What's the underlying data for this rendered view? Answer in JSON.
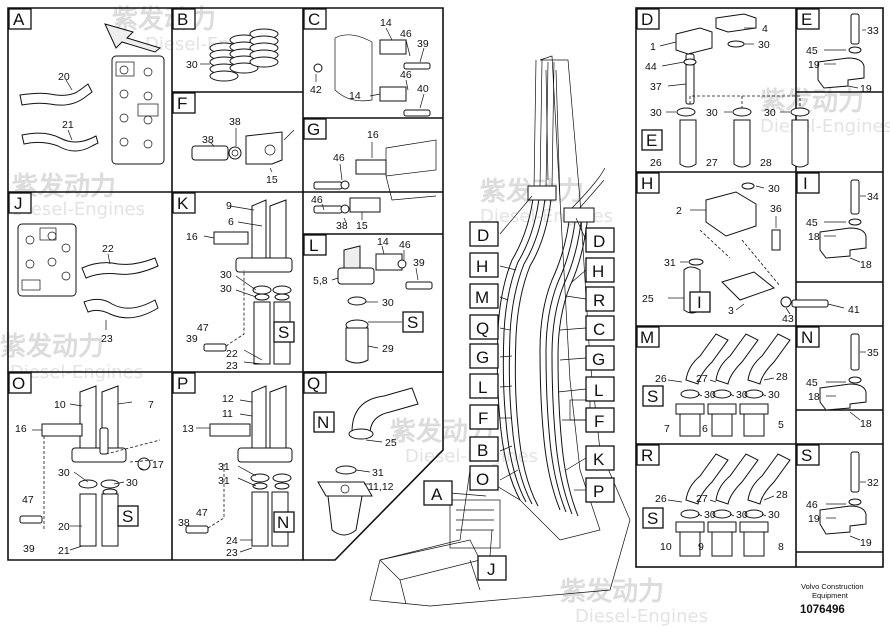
{
  "watermark": {
    "cn": "紫发动力",
    "en": "Diesel-Engines"
  },
  "footer": {
    "brand_line1": "Volvo Construction",
    "brand_line2": "Equipment",
    "doc_number": "1076496"
  },
  "panels": {
    "A": {
      "title": "A",
      "labels": [
        "20",
        "21"
      ]
    },
    "B": {
      "title": "B",
      "labels": [
        "30"
      ]
    },
    "C": {
      "title": "C",
      "labels": [
        "14",
        "46",
        "39",
        "42",
        "46",
        "14",
        "40"
      ]
    },
    "F": {
      "title": "F",
      "labels": [
        "38",
        "38",
        "15"
      ]
    },
    "G": {
      "title": "G",
      "labels": [
        "16",
        "46",
        "46",
        "38",
        "15"
      ]
    },
    "J": {
      "title": "J",
      "labels": [
        "22",
        "23"
      ]
    },
    "K": {
      "title": "K",
      "labels": [
        "9",
        "6",
        "16",
        "30",
        "30",
        "47",
        "39",
        "22",
        "23"
      ],
      "callout": "S"
    },
    "L": {
      "title": "L",
      "labels": [
        "14",
        "46",
        "39",
        "5,8",
        "30",
        "29"
      ],
      "callout": "S"
    },
    "O": {
      "title": "O",
      "labels": [
        "10",
        "7",
        "16",
        "17",
        "30",
        "30",
        "47",
        "20",
        "39",
        "21"
      ],
      "callout": "S"
    },
    "P": {
      "title": "P",
      "labels": [
        "12",
        "11",
        "13",
        "31",
        "31",
        "47",
        "38",
        "24",
        "23"
      ],
      "callout": "N"
    },
    "Q": {
      "title": "Q",
      "labels": [
        "25",
        "31",
        "11,12"
      ],
      "callout": "N"
    },
    "D": {
      "title": "D",
      "labels": [
        "4",
        "30",
        "1",
        "44",
        "37",
        "30",
        "30",
        "30",
        "26",
        "27",
        "28"
      ],
      "callout": "E"
    },
    "E": {
      "title": "E",
      "labels": [
        "33",
        "45",
        "19",
        "19"
      ]
    },
    "H": {
      "title": "H",
      "labels": [
        "30",
        "2",
        "36",
        "31",
        "25",
        "3",
        "43",
        "41"
      ],
      "callout": "I"
    },
    "I": {
      "title": "I",
      "labels": [
        "34",
        "45",
        "18",
        "18"
      ]
    },
    "M": {
      "title": "M",
      "labels": [
        "26",
        "27",
        "28",
        "30",
        "30",
        "30",
        "7",
        "6",
        "5"
      ],
      "callout": "S"
    },
    "N": {
      "title": "N",
      "labels": [
        "35",
        "45",
        "18",
        "18"
      ]
    },
    "R": {
      "title": "R",
      "labels": [
        "26",
        "27",
        "28",
        "30",
        "30",
        "30",
        "10",
        "9",
        "8"
      ],
      "callout": "S"
    },
    "S": {
      "title": "S",
      "labels": [
        "32",
        "46",
        "19",
        "19"
      ]
    }
  },
  "main_callouts": {
    "left": [
      "D",
      "H",
      "M",
      "Q",
      "G",
      "L",
      "F",
      "B",
      "O",
      "A"
    ],
    "right": [
      "D",
      "H",
      "R",
      "C",
      "G",
      "L",
      "F",
      "K",
      "P"
    ],
    "bottom": [
      "J"
    ]
  }
}
